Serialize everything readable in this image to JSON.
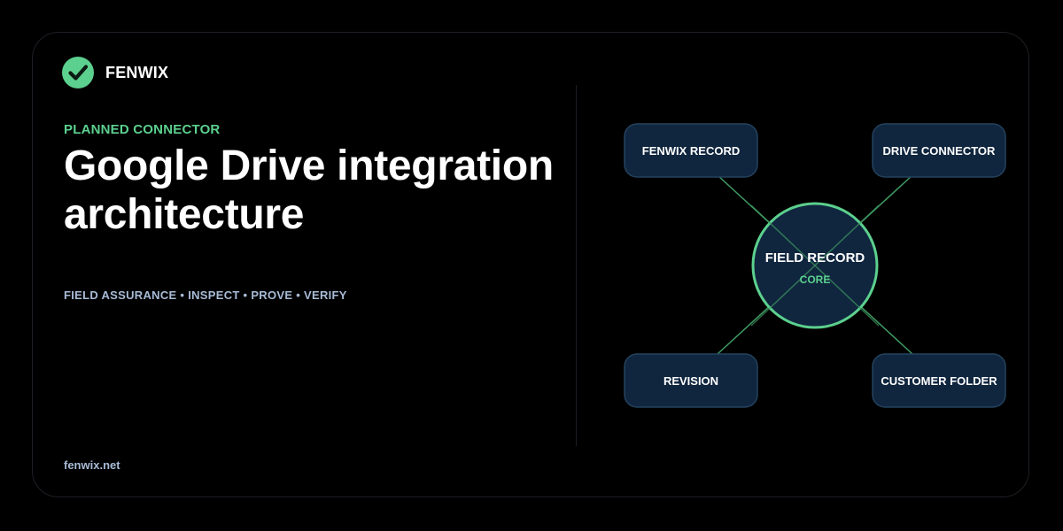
{
  "brand": {
    "name": "FENWIX",
    "icon": "check-circle-icon",
    "accent_color": "#5cd08e"
  },
  "hero": {
    "eyebrow": "PLANNED CONNECTOR",
    "title_line1": "Google Drive integration",
    "title_line2": "architecture",
    "tagline": "FIELD ASSURANCE • INSPECT • PROVE • VERIFY"
  },
  "footer": {
    "url": "fenwix.net"
  },
  "diagram": {
    "core": {
      "label": "FIELD RECORD",
      "sublabel": "CORE"
    },
    "nodes": {
      "top_left": "FENWIX RECORD",
      "top_right": "DRIVE CONNECTOR",
      "bottom_left": "REVISION",
      "bottom_right": "CUSTOMER FOLDER"
    },
    "colors": {
      "node_fill": "#10263f",
      "node_border": "#24425e",
      "connector": "#3f9a63",
      "core_border": "#5cd08e"
    }
  }
}
